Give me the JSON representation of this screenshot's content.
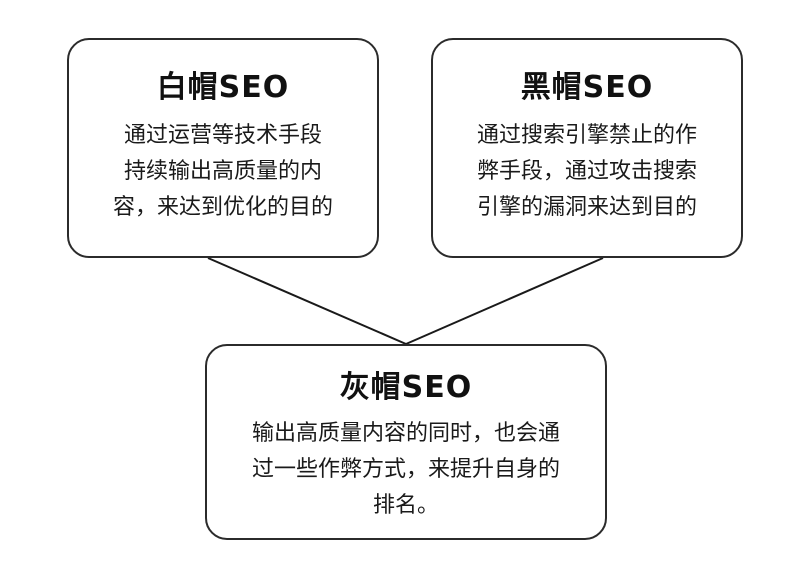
{
  "nodes": {
    "white_hat": {
      "title": "白帽SEO",
      "lines": [
        "通过运营等技术手段",
        "持续输出高质量的内",
        "容，来达到优化的目的"
      ]
    },
    "black_hat": {
      "title": "黑帽SEO",
      "lines": [
        "通过搜索引擎禁止的作",
        "弊手段，通过攻击搜索",
        "引擎的漏洞来达到目的"
      ]
    },
    "gray_hat": {
      "title": "灰帽SEO",
      "lines": [
        "输出高质量内容的同时，也会通",
        "过一些作弊方式，来提升自身的",
        "排名。"
      ]
    }
  },
  "edges": [
    {
      "from": "white_hat",
      "to": "gray_hat"
    },
    {
      "from": "black_hat",
      "to": "gray_hat"
    }
  ]
}
